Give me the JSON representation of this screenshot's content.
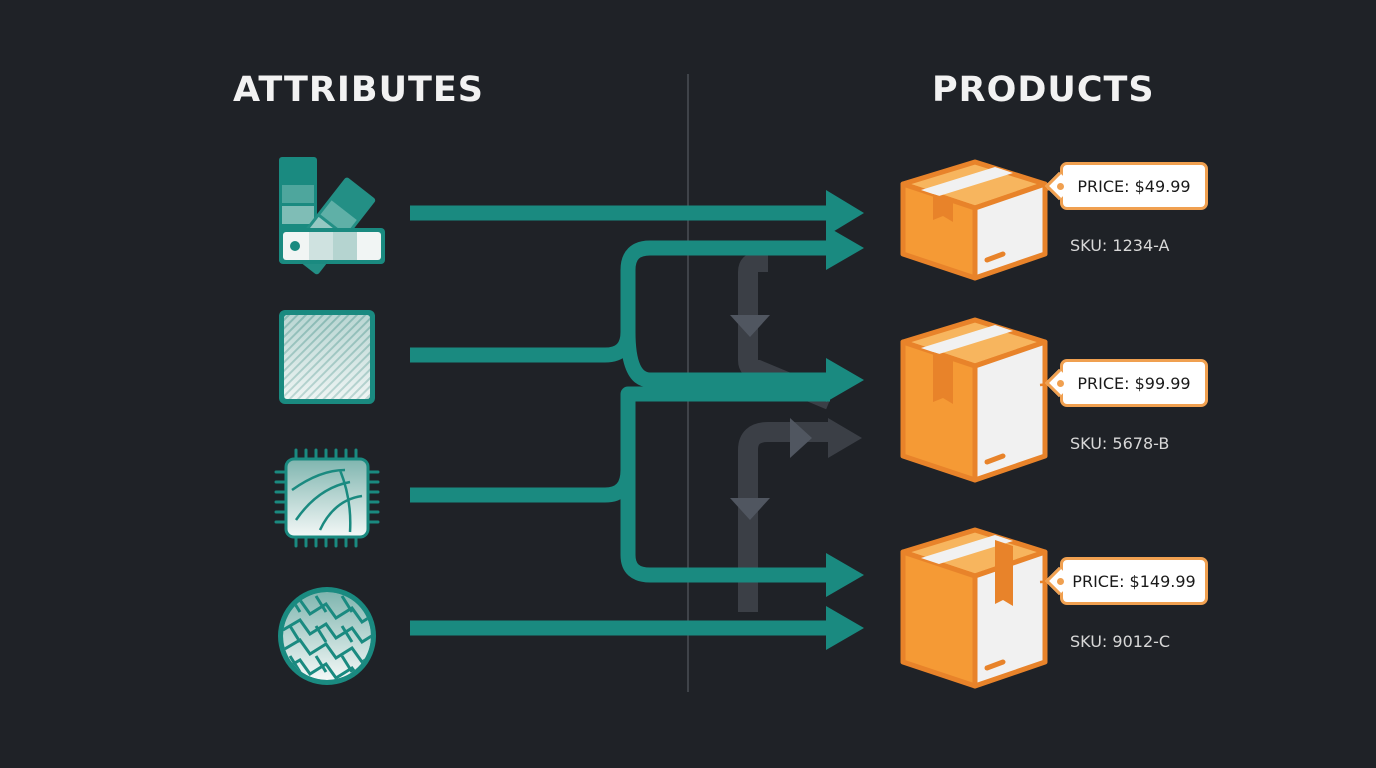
{
  "headings": {
    "attributes": "ATTRIBUTES",
    "products": "PRODUCTS"
  },
  "attributes": [
    {
      "icon": "color-swatch-icon"
    },
    {
      "icon": "texture-pattern-icon"
    },
    {
      "icon": "fabric-chip-icon"
    },
    {
      "icon": "woven-material-icon"
    }
  ],
  "products": [
    {
      "icon": "box-icon",
      "price": "PRICE: $49.99",
      "sku": "SKU: 1234-A"
    },
    {
      "icon": "box-icon",
      "price": "PRICE: $99.99",
      "sku": "SKU: 5678-B"
    },
    {
      "icon": "box-icon",
      "price": "PRICE: $149.99",
      "sku": "SKU: 9012-C"
    }
  ],
  "colors": {
    "background": "#1f2227",
    "connector": "#1a8a80",
    "product": "#f5a040",
    "ghost_connector": "#454a52"
  }
}
